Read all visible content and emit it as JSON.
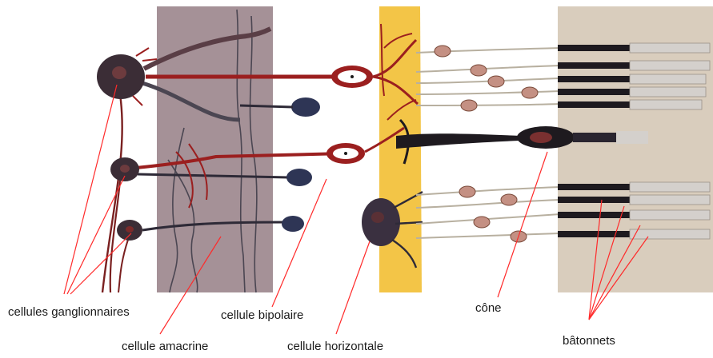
{
  "labels": {
    "ganglion": "cellules ganglionnaires",
    "amacrine": "cellule amacrine",
    "bipolar": "cellule bipolaire",
    "horizontal": "cellule horizontale",
    "cone": "cône",
    "rods": "bâtonnets"
  },
  "colors": {
    "ganglion_layer": "#a59197",
    "horizontal_layer": "#f3c547",
    "photoreceptor_layer": "#d9cdbd",
    "pointer": "#ff2a2a",
    "dark_cell": "#2e2a37",
    "red_dendrite": "#9b1f1f",
    "soma_pink": "#c49083",
    "rod_outer": "#d4d0cc"
  }
}
